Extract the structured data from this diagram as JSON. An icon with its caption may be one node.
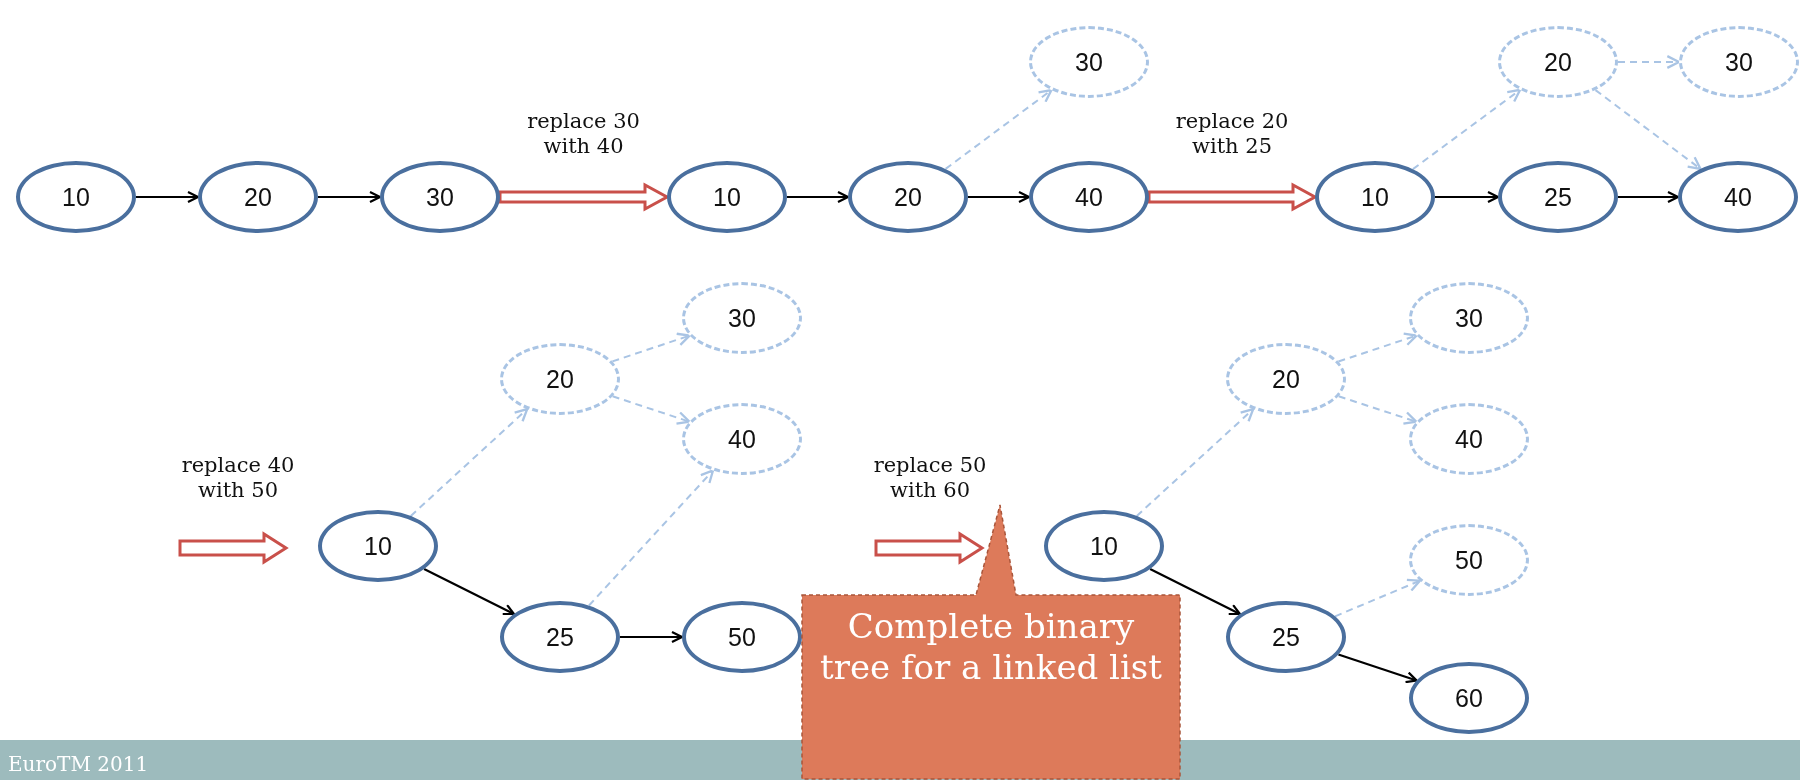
{
  "diagram": {
    "nodes": [
      {
        "text": [
          "10"
        ]
      },
      {
        "text": [
          "20"
        ]
      },
      {
        "text": [
          "30"
        ]
      },
      {
        "text": [
          "30"
        ]
      },
      {
        "text": [
          "10"
        ]
      },
      {
        "text": [
          "20"
        ]
      },
      {
        "text": [
          "40"
        ]
      },
      {
        "text": [
          "20"
        ]
      },
      {
        "text": [
          "30"
        ]
      },
      {
        "text": [
          "10"
        ]
      },
      {
        "text": [
          "25"
        ]
      },
      {
        "text": [
          "40"
        ]
      },
      {
        "text": [
          "30"
        ]
      },
      {
        "text": [
          "20"
        ]
      },
      {
        "text": [
          "40"
        ]
      },
      {
        "text": [
          "10"
        ]
      },
      {
        "text": [
          "25"
        ]
      },
      {
        "text": [
          "50"
        ]
      },
      {
        "text": [
          "30"
        ]
      },
      {
        "text": [
          "20"
        ]
      },
      {
        "text": [
          "40"
        ]
      },
      {
        "text": [
          "10"
        ]
      },
      {
        "text": [
          "50"
        ]
      },
      {
        "text": [
          "25"
        ]
      },
      {
        "text": [
          "60"
        ]
      },
      {
        "text": [
          "Complete binary tree for a linked list"
        ]
      }
    ],
    "edges": [
      {
        "from": 2,
        "to": 4,
        "arrow": "to",
        "label": "replace 30 with 40",
        "style": "thick",
        "color": "#c9504a"
      },
      {
        "from": 6,
        "to": 9,
        "arrow": "to",
        "label": "replace 20 with 25",
        "style": "thick",
        "color": "#c9504a"
      },
      {
        "from": 0,
        "to": 1,
        "arrow": "to",
        "color": "#000000"
      },
      {
        "from": 1,
        "to": 2,
        "arrow": "to",
        "color": "#000000"
      },
      {
        "from": 4,
        "to": 5,
        "arrow": "to",
        "color": "#000000"
      },
      {
        "from": 5,
        "to": 6,
        "arrow": "to",
        "color": "#000000"
      },
      {
        "from": 5,
        "to": 3,
        "arrow": "to",
        "style": "dashed",
        "color": "#a9c4e4"
      },
      {
        "from": 9,
        "to": 10,
        "arrow": "to",
        "color": "#000000"
      },
      {
        "from": 10,
        "to": 11,
        "arrow": "to",
        "color": "#000000"
      },
      {
        "from": 9,
        "to": 7,
        "arrow": "to",
        "style": "dashed",
        "color": "#a9c4e4"
      },
      {
        "from": 7,
        "to": 8,
        "arrow": "to",
        "style": "dashed",
        "color": "#a9c4e4"
      },
      {
        "from": 7,
        "to": 11,
        "arrow": "to",
        "style": "dashed",
        "color": "#a9c4e4"
      },
      {
        "from": 15,
        "to": 16,
        "arrow": "to",
        "color": "#000000"
      },
      {
        "from": 16,
        "to": 17,
        "arrow": "to",
        "color": "#000000"
      },
      {
        "from": 15,
        "to": 13,
        "arrow": "to",
        "style": "dashed",
        "color": "#a9c4e4"
      },
      {
        "from": 13,
        "to": 12,
        "arrow": "to",
        "style": "dashed",
        "color": "#a9c4e4"
      },
      {
        "from": 13,
        "to": 14,
        "arrow": "to",
        "style": "dashed",
        "color": "#a9c4e4"
      },
      {
        "from": 16,
        "to": 14,
        "arrow": "to",
        "style": "dashed",
        "color": "#a9c4e4"
      },
      {
        "from": 21,
        "to": 23,
        "arrow": "to",
        "color": "#000000"
      },
      {
        "from": 23,
        "to": 24,
        "arrow": "to",
        "color": "#000000"
      },
      {
        "from": 21,
        "to": 19,
        "arrow": "to",
        "style": "dashed",
        "color": "#a9c4e4"
      },
      {
        "from": 19,
        "to": 18,
        "arrow": "to",
        "style": "dashed",
        "color": "#a9c4e4"
      },
      {
        "from": 19,
        "to": 20,
        "arrow": "to",
        "style": "dashed",
        "color": "#a9c4e4"
      },
      {
        "from": 23,
        "to": 22,
        "arrow": "to",
        "style": "dashed",
        "color": "#a9c4e4"
      }
    ],
    "labels": [
      "replace 40 with 50",
      "replace 50 with 60",
      "EuroTM 2011"
    ]
  }
}
